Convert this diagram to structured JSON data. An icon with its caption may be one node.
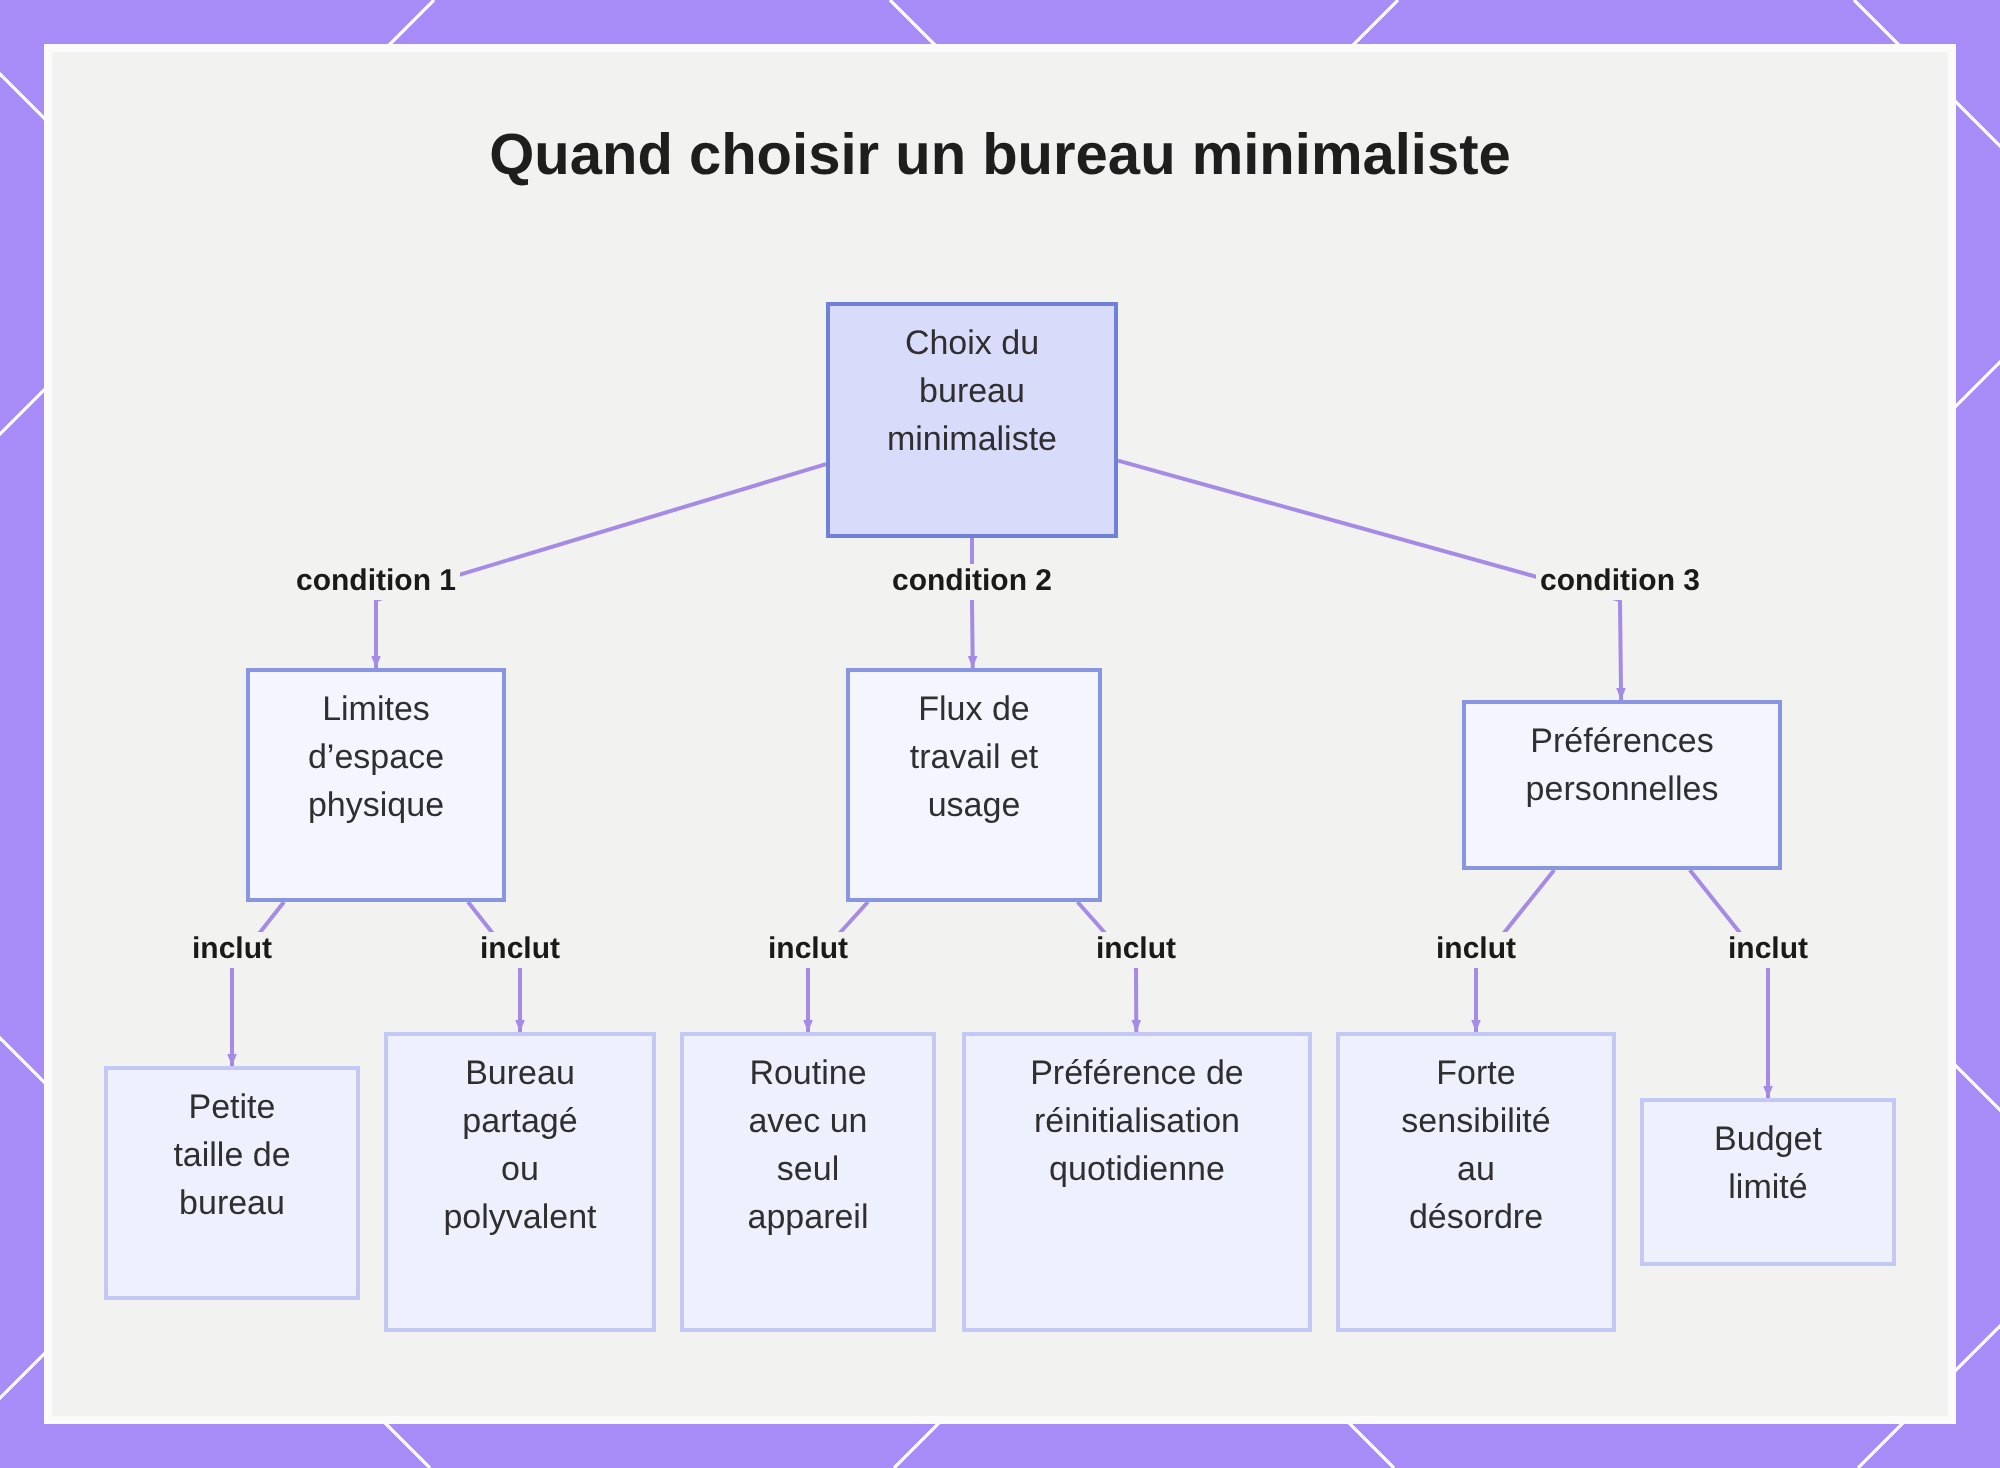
{
  "diagram": {
    "title": "Quand choisir un bureau minimaliste",
    "nodes": [
      {
        "text": [
          "Choix du bureau minimaliste"
        ]
      },
      {
        "text": [
          "Limites d’espace physique"
        ]
      },
      {
        "text": [
          "Flux de travail et usage"
        ]
      },
      {
        "text": [
          "Préférences personnelles"
        ]
      },
      {
        "text": [
          "Petite taille de bureau"
        ]
      },
      {
        "text": [
          "Bureau partagé ou polyvalent"
        ]
      },
      {
        "text": [
          "Routine avec un seul appareil"
        ]
      },
      {
        "text": [
          "Préférence de réinitialisation quotidienne"
        ]
      },
      {
        "text": [
          "Forte sensibilité au désordre"
        ]
      },
      {
        "text": [
          "Budget limité"
        ]
      }
    ],
    "edges": [
      {
        "from": 0,
        "to": 1,
        "arrow": "to",
        "label": "condition 1"
      },
      {
        "from": 0,
        "to": 2,
        "arrow": "to",
        "label": "condition 2"
      },
      {
        "from": 0,
        "to": 3,
        "arrow": "to",
        "label": "condition 3"
      },
      {
        "from": 1,
        "to": 4,
        "arrow": "to",
        "label": "inclut"
      },
      {
        "from": 1,
        "to": 5,
        "arrow": "to",
        "label": "inclut"
      },
      {
        "from": 2,
        "to": 6,
        "arrow": "to",
        "label": "inclut"
      },
      {
        "from": 2,
        "to": 7,
        "arrow": "to",
        "label": "inclut"
      },
      {
        "from": 3,
        "to": 8,
        "arrow": "to",
        "label": "inclut"
      },
      {
        "from": 3,
        "to": 9,
        "arrow": "to",
        "label": "inclut"
      }
    ]
  }
}
